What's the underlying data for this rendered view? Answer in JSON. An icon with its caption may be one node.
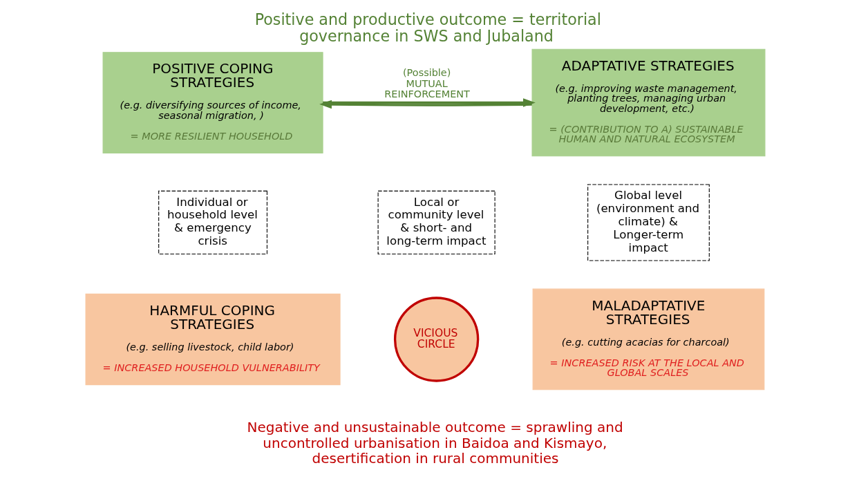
{
  "diagram": {
    "title": "Positive and productive outcome = territorial governance in SWS and Jubaland",
    "caption": "Negative and unsustainable outcome = sprawling and uncontrolled urbanisation in Baidoa and Kismayo, desertification in rural communities",
    "nodes": [
      {
        "text": [
          "POSITIVE COPING STRATEGIES",
          "(e.g. diversifying sources of income, seasonal migration, )",
          "= MORE RESILIENT HOUSEHOLD"
        ]
      },
      {
        "text": [
          "ADAPTATIVE STRATEGIES",
          "(e.g. improving waste management, planting trees, managing urban development, etc.)",
          "= (CONTRIBUTION TO A) SUSTAINABLE HUMAN AND NATURAL ECOSYSTEM"
        ]
      },
      {
        "text": [
          "Individual or household level & emergency crisis"
        ]
      },
      {
        "text": [
          "Local or community level & short- and long-term impact"
        ]
      },
      {
        "text": [
          "Global level (environment and climate) & Longer-term impact"
        ]
      },
      {
        "text": [
          "HARMFUL COPING STRATEGIES",
          "(e.g. selling livestock, child labor)",
          "= INCREASED HOUSEHOLD VULNERABILITY"
        ]
      },
      {
        "text": [
          "VICIOUS CIRCLE"
        ]
      },
      {
        "text": [
          "MALADAPTATIVE STRATEGIES",
          "(e.g. cutting acacias for charcoal)",
          "= INCREASED RISK AT THE LOCAL AND GLOBAL SCALES"
        ]
      }
    ],
    "edges": [
      {
        "from": 0,
        "to": 1,
        "arrow": "to",
        "label": "(Possible) MUTUAL REINFORCEMENT"
      },
      {
        "from": 1,
        "to": 0,
        "arrow": "to"
      }
    ]
  }
}
